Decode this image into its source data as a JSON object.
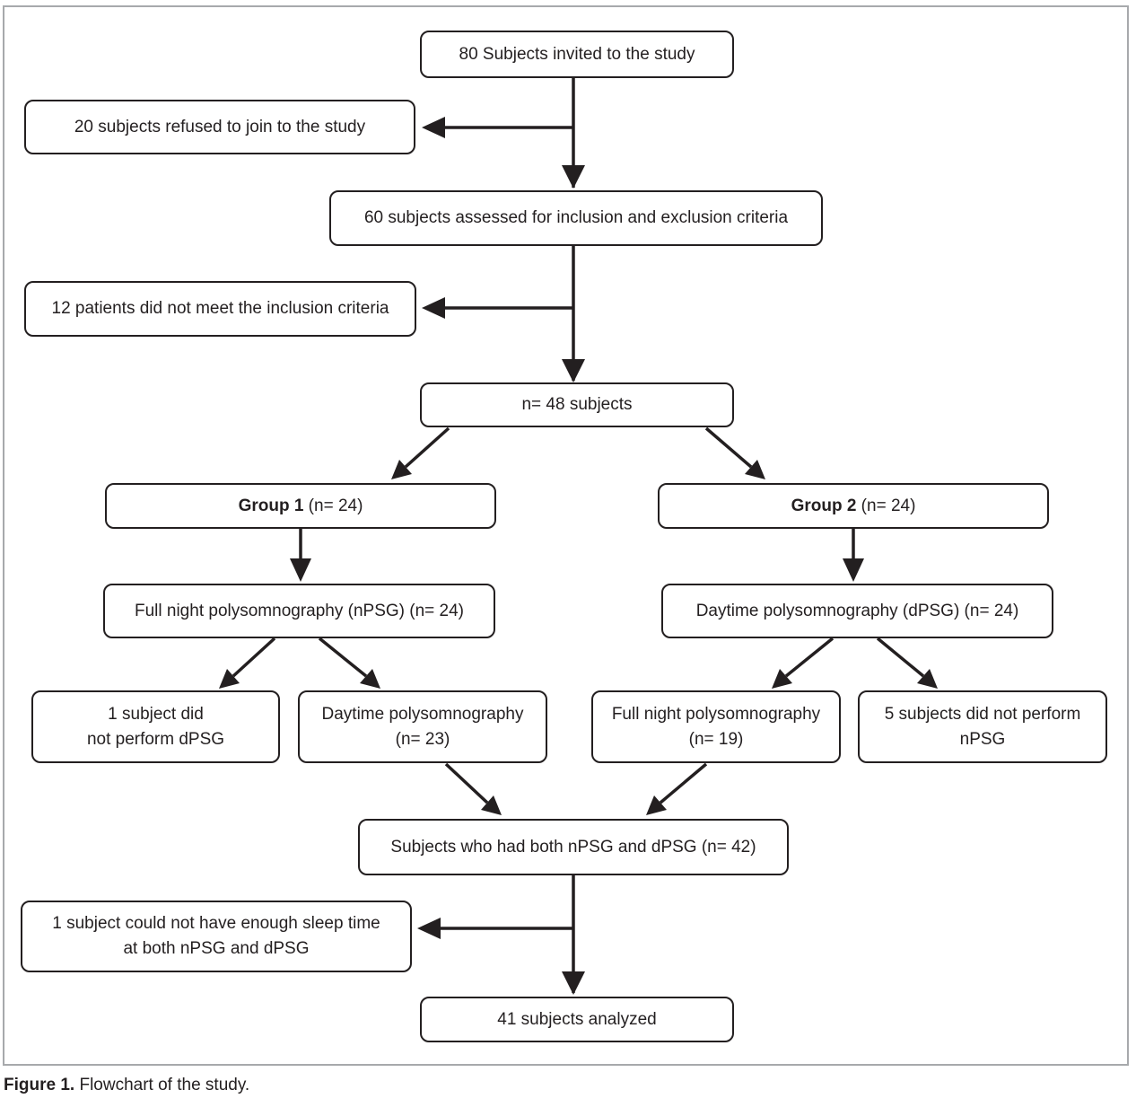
{
  "boxes": {
    "invited": "80 Subjects invited to the study",
    "refused": "20 subjects refused to join to the study",
    "assessed": "60 subjects assessed for inclusion and exclusion criteria",
    "not_meet": "12 patients did not meet the inclusion criteria",
    "n48": "n= 48 subjects",
    "group1": {
      "bold": "Group 1",
      "rest": " (n= 24)"
    },
    "group2": {
      "bold": "Group 2",
      "rest": " (n= 24)"
    },
    "g1_npsg": "Full night polysomnography (nPSG) (n= 24)",
    "g2_dpsg": "Daytime polysomnography (dPSG) (n= 24)",
    "g1_excluded": {
      "line1": "1 subject did",
      "line2": "not perform dPSG"
    },
    "g1_dpsg": {
      "line1": "Daytime polysomnography",
      "line2": "(n= 23)"
    },
    "g2_npsg": {
      "line1": "Full night polysomnography",
      "line2": "(n= 19)"
    },
    "g2_excluded": {
      "line1": "5 subjects did not perform",
      "line2": "nPSG"
    },
    "both": "Subjects who had both nPSG and dPSG (n= 42)",
    "not_enough": {
      "line1": "1 subject could not have enough sleep time",
      "line2": "at both nPSG and dPSG"
    },
    "analyzed": "41 subjects analyzed"
  },
  "caption": {
    "label": "Figure 1.",
    "text": " Flowchart of the study."
  }
}
